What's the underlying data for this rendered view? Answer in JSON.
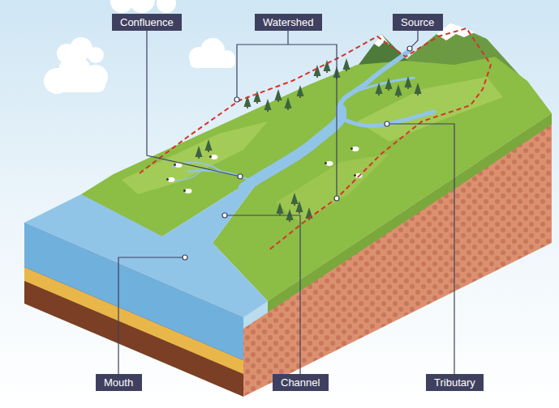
{
  "diagram": {
    "nodes": [
      {
        "text": [
          "Confluence"
        ]
      },
      {
        "text": [
          "Watershed"
        ]
      },
      {
        "text": [
          "Source"
        ]
      },
      {
        "text": [
          "Mouth"
        ]
      },
      {
        "text": [
          "Channel"
        ]
      },
      {
        "text": [
          "Tributary"
        ]
      }
    ]
  }
}
